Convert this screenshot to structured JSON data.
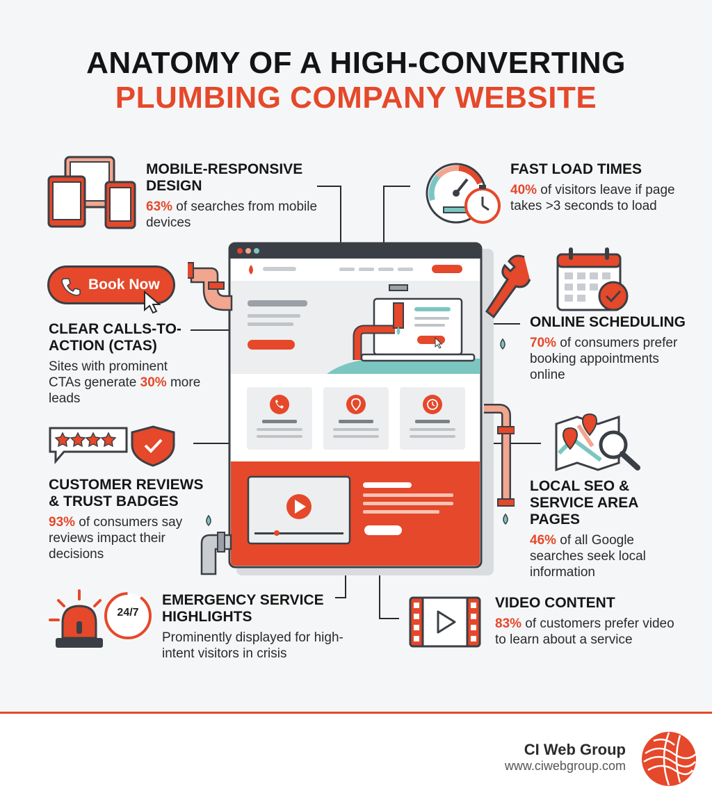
{
  "title": {
    "line1": "ANATOMY OF A HIGH-CONVERTING",
    "line2": "PLUMBING COMPANY WEBSITE"
  },
  "features": {
    "mobile": {
      "heading": "MOBILE-RESPONSIVE DESIGN",
      "stat": "63%",
      "text": " of searches from mobile devices"
    },
    "load": {
      "heading": "FAST LOAD TIMES",
      "stat": "40%",
      "text": " of visitors leave if page takes >3 seconds to load"
    },
    "cta": {
      "heading": "CLEAR CALLS-TO-ACTION (CTAs)",
      "text_before": "Sites with prominent CTAs generate ",
      "stat": "30%",
      "text_after": " more leads",
      "button_label": "Book Now"
    },
    "scheduling": {
      "heading": "ONLINE SCHEDULING",
      "stat": "70%",
      "text": " of consumers prefer booking appointments online"
    },
    "reviews": {
      "heading": "CUSTOMER REVIEWS & TRUST BADGES",
      "stat": "93%",
      "text": " of consumers say reviews impact their decisions"
    },
    "seo": {
      "heading": "LOCAL SEO & SERVICE AREA PAGES",
      "stat": "46%",
      "text": " of all Google searches seek local information"
    },
    "emergency": {
      "heading": "EMERGENCY SERVICE HIGHLIGHTS",
      "text": "Prominently displayed for high-intent visitors in crisis",
      "badge": "24/7"
    },
    "video": {
      "heading": "VIDEO CONTENT",
      "stat": "83%",
      "text": " of customers prefer video to learn about a service"
    }
  },
  "footer": {
    "brand": "CI Web Group",
    "url": "www.ciwebgroup.com"
  },
  "colors": {
    "accent": "#e5482a",
    "dark": "#3a3f45",
    "teal": "#7cc6c2",
    "light_orange": "#f2a68f"
  }
}
